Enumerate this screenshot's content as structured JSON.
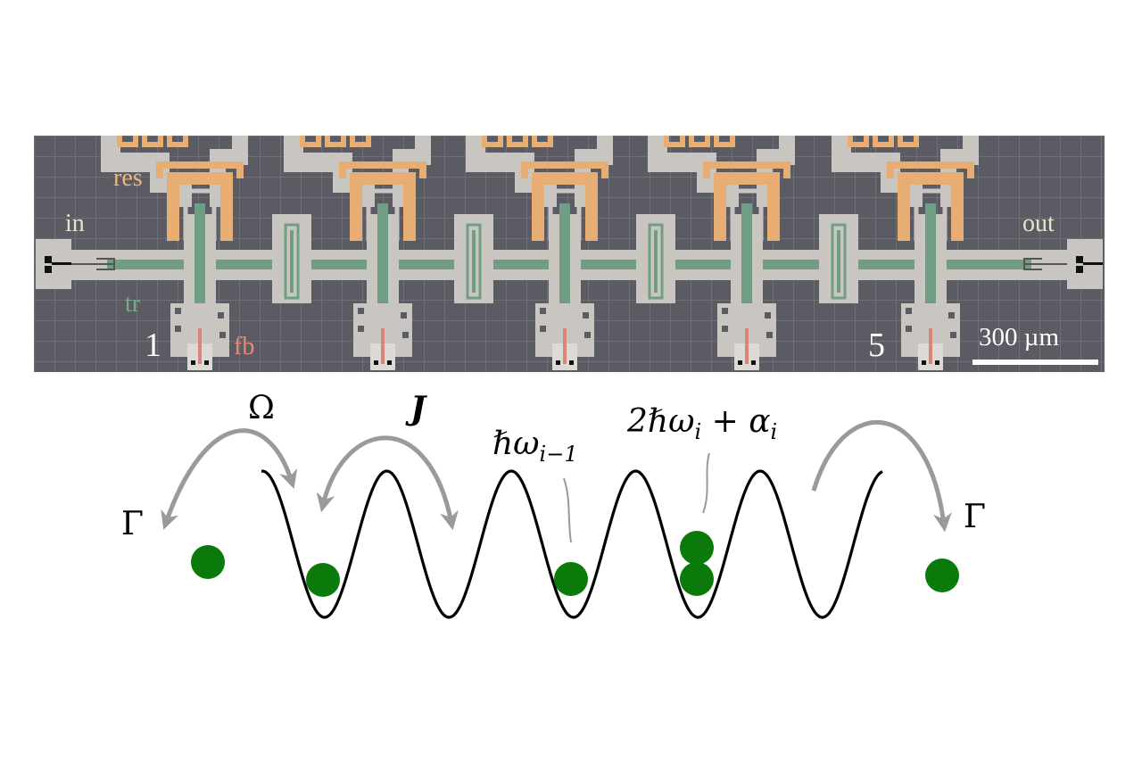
{
  "photo_labels": {
    "res": "res",
    "in": "in",
    "out": "out",
    "tr": "tr",
    "fb": "fb",
    "site_first": "1",
    "site_last": "5",
    "scale_bar": "300 µm"
  },
  "diagram_labels": {
    "omega": "Ω",
    "J": "J",
    "gamma_left": "Γ",
    "gamma_right": "Γ",
    "hbar_omega": "ℏω",
    "hbar_omega_sub": "i−1",
    "two_hbar_prefix": "2ℏω",
    "two_hbar_sub": "i",
    "plus_alpha": " + α",
    "alpha_sub": "i"
  },
  "colors": {
    "photo_background": "#5b5b63",
    "ground_plane": "#c9c6c1",
    "transmon": "#6f9e84",
    "resonator": "#e8ad72",
    "flux_bias": "#d9857a",
    "particle": "#0a7a0a",
    "arrow": "#9a9a9a",
    "potential": "#000000"
  },
  "chip": {
    "qubit_count": 5,
    "coupler_count": 4
  }
}
